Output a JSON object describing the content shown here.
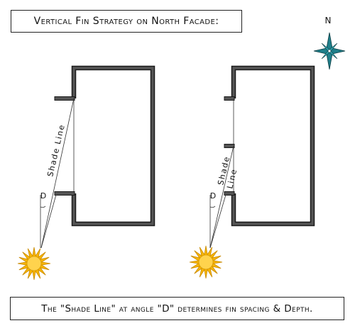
{
  "title": "Vertical Fin Strategy on North Facade:",
  "north_label": "N",
  "caption": "The \"Shade Line\" at angle \"D\" determines fin spacing & Depth.",
  "left_plan": {
    "shade_label": "Shade Line",
    "angle_label": "D"
  },
  "right_plan": {
    "shade_label_line1": "Shade",
    "shade_label_line2": "Line",
    "angle_label": "D"
  },
  "colors": {
    "wall": "#555555",
    "wall_outline": "#1a1a1a",
    "sun": "#f7b500",
    "sun_core": "#ffd34d",
    "compass": "#1f7f8a"
  }
}
